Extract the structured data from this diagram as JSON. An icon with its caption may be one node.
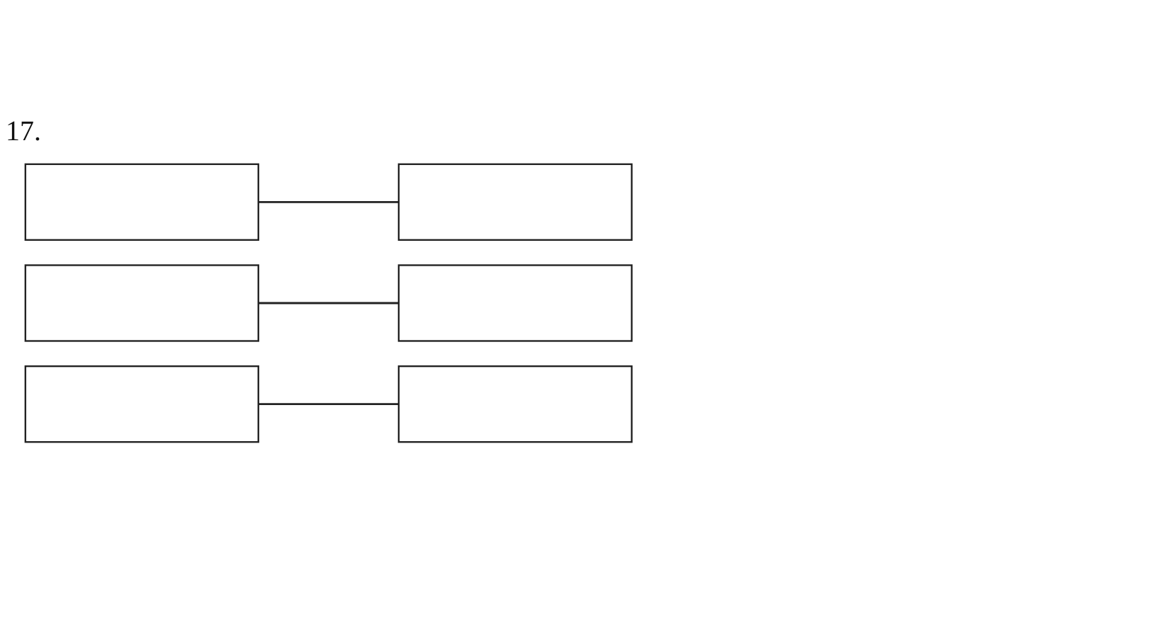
{
  "diagram": {
    "nodes": [
      {
        "text": [],
        "shape": "box"
      },
      {
        "text": [],
        "shape": "box"
      },
      {
        "text": [],
        "shape": "box"
      },
      {
        "text": [],
        "shape": "box"
      },
      {
        "text": [],
        "shape": "box"
      },
      {
        "text": [],
        "shape": "box"
      }
    ],
    "edges": [
      {
        "from": 0,
        "to": 5,
        "arrow": "none"
      },
      {
        "from": 2,
        "to": 1,
        "arrow": "none"
      },
      {
        "from": 4,
        "to": 3,
        "arrow": "none"
      }
    ],
    "labels": [
      "17."
    ]
  }
}
